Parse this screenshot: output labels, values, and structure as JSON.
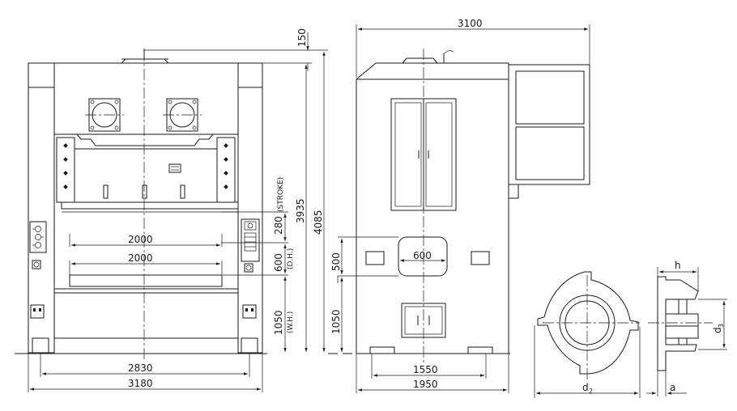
{
  "front_view": {
    "dims": {
      "top_gap": "150",
      "height_a": "3935",
      "height_b": "4085",
      "stroke": "280",
      "stroke_label": "(STROKE)",
      "dh": "600",
      "dh_label": "(D.H.)",
      "wh": "1050",
      "wh_label": "(W.H.)",
      "bolster_upper": "2000",
      "bolster_lower": "2000",
      "width_inner": "2830",
      "width_outer": "3180"
    }
  },
  "side_view": {
    "dims": {
      "depth_total": "3100",
      "opening_h": "500",
      "opening_w": "600",
      "wh": "1050",
      "base_inner": "1550",
      "base_outer": "1950"
    }
  },
  "detail_view": {
    "labels": {
      "h": "h",
      "d3": "d",
      "d3_sub": "3",
      "d2": "d",
      "d2_sub": "2",
      "a": "a"
    }
  }
}
